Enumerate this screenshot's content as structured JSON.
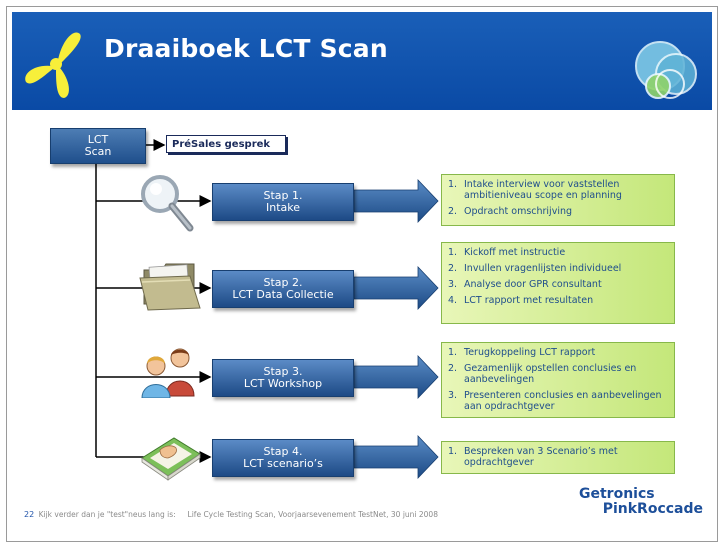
{
  "header": {
    "title": "Draaiboek LCT Scan",
    "color": "#0a4aa5"
  },
  "root": {
    "label_line1": "LCT",
    "label_line2": "Scan"
  },
  "presales": {
    "label": "PréSales gesprek"
  },
  "steps": [
    {
      "line1": "Stap 1.",
      "line2": "Intake",
      "icon": "magnifier-icon",
      "items": [
        {
          "num": "1.",
          "text": "Intake interview voor vaststellen ambitieniveau scope en planning"
        },
        {
          "num": "2.",
          "text": "Opdracht omschrijving"
        }
      ]
    },
    {
      "line1": "Stap 2.",
      "line2": "LCT Data Collectie",
      "icon": "folder-icon",
      "items": [
        {
          "num": "1.",
          "text": "Kickoff met instructie"
        },
        {
          "num": "2.",
          "text": "Invullen vragenlijsten individueel"
        },
        {
          "num": "3.",
          "text": "Analyse door GPR consultant"
        },
        {
          "num": "4.",
          "text": "LCT rapport met resultaten"
        }
      ]
    },
    {
      "line1": "Stap 3.",
      "line2": "LCT Workshop",
      "icon": "people-icon",
      "items": [
        {
          "num": "1.",
          "text": "Terugkoppeling LCT rapport"
        },
        {
          "num": "2.",
          "text": "Gezamenlijk opstellen conclusies en aanbevelingen"
        },
        {
          "num": "3.",
          "text": "Presenteren conclusies en aanbevelingen aan opdrachtgever"
        }
      ]
    },
    {
      "line1": "Stap 4.",
      "line2": "LCT scenario’s",
      "icon": "book-icon",
      "items": [
        {
          "num": "1.",
          "text": "Bespreken van 3 Scenario’s met opdrachtgever"
        }
      ]
    }
  ],
  "footer": {
    "page": "22",
    "text": "Kijk verder dan je \"test\"neus lang is:     Life Cycle Testing Scan, Voorjaarsevenement TestNet, 30 juni 2008"
  },
  "brand": {
    "line1": "Getronics",
    "line2": "PinkRoccade"
  },
  "colors": {
    "accent_blue": "#1d4f9a",
    "green_box": "#c4e77a"
  }
}
